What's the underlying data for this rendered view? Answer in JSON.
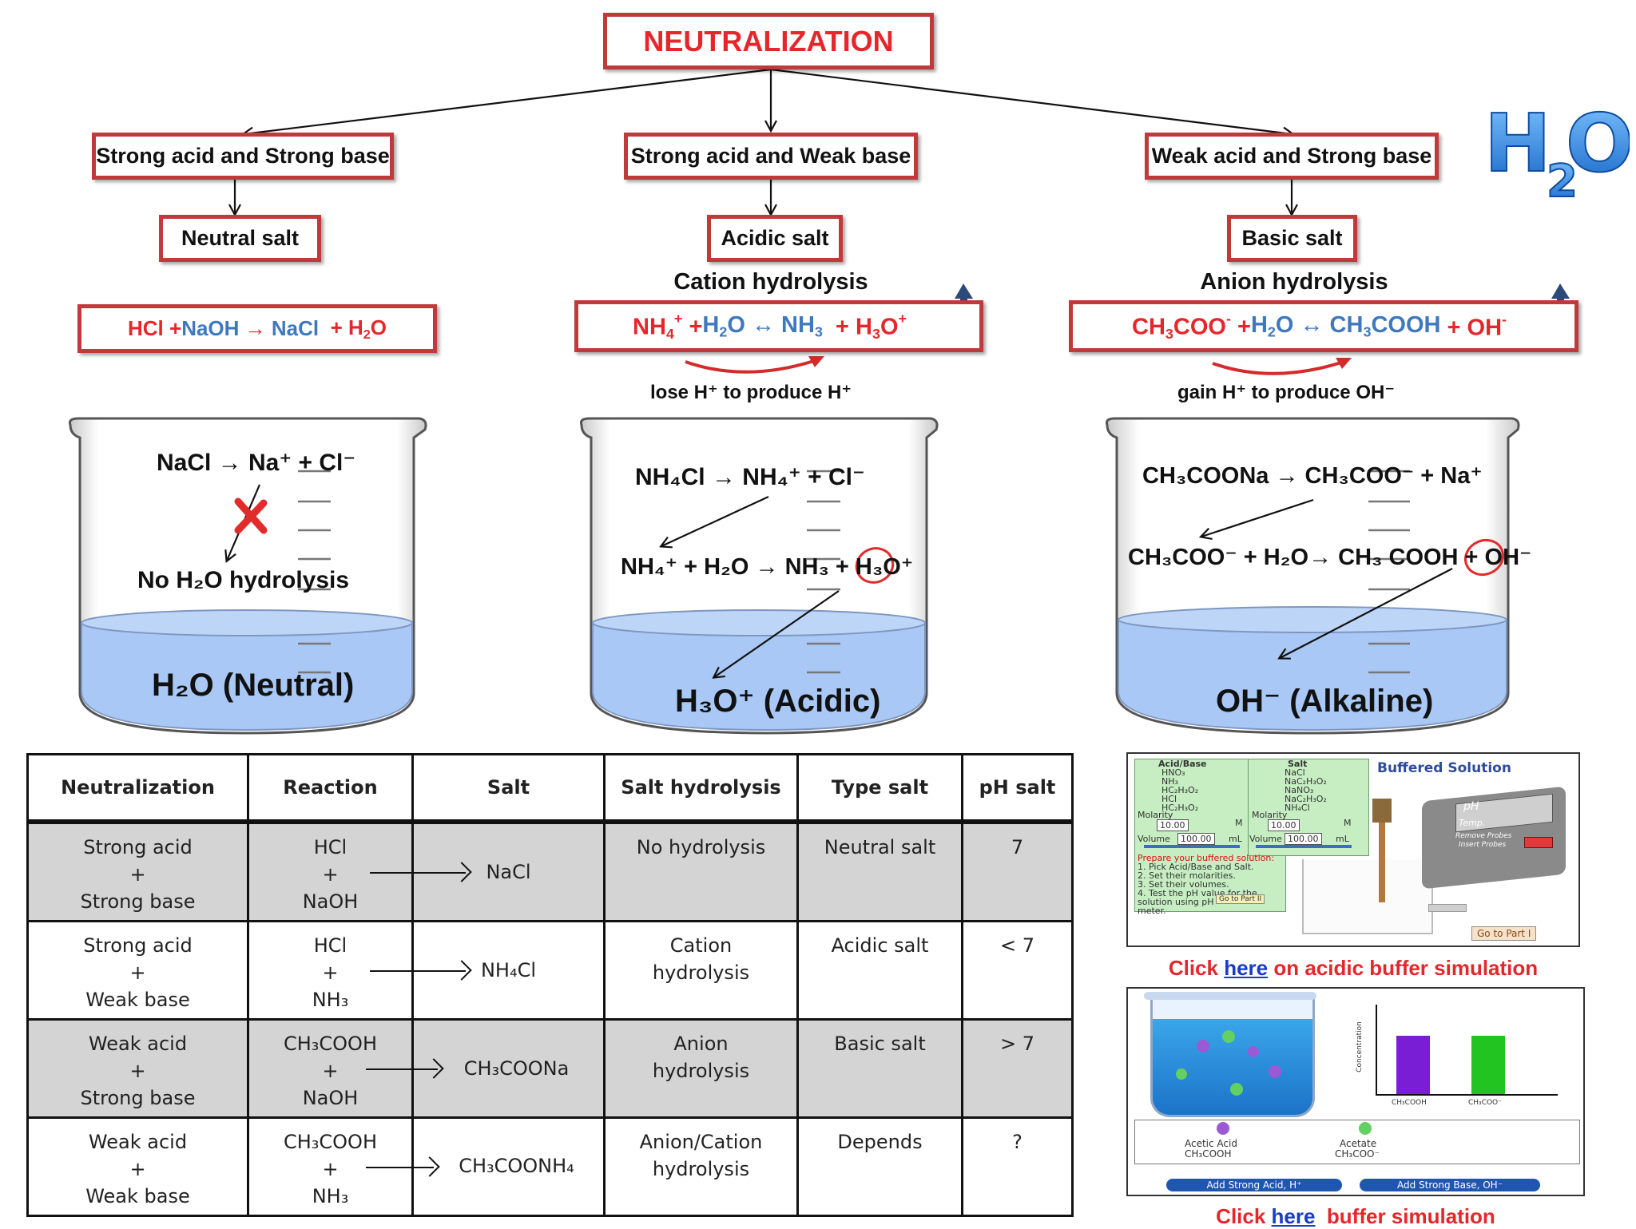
{
  "title": "NEUTRALIZATION",
  "logo_text": "H2O",
  "branches": [
    {
      "type": "Strong acid and Strong base",
      "salt": "Neutral salt",
      "hydrolysis_title": ""
    },
    {
      "type": "Strong acid and Weak base",
      "salt": "Acidic salt",
      "hydrolysis_title": "Cation hydrolysis"
    },
    {
      "type": "Weak acid and Strong base",
      "salt": "Basic salt",
      "hydrolysis_title": "Anion hydrolysis"
    }
  ],
  "notes": {
    "lose": "lose H⁺ to produce H⁺",
    "gain": "gain H⁺ to produce OH⁻"
  },
  "beakers": {
    "neutral": {
      "dissociation": "NaCl → Na⁺ + Cl⁻",
      "result": "No H₂O hydrolysis",
      "label": "H₂O (Neutral)"
    },
    "acidic": {
      "dissociation": "NH₄Cl → NH₄⁺ + Cl⁻",
      "reaction": "NH₄⁺ + H₂O → NH₃ + H₃O⁺",
      "label": "H₃O⁺ (Acidic)"
    },
    "alkaline": {
      "dissociation": "CH₃COONa → CH₃COO⁻ + Na⁺",
      "reaction": "CH₃COO⁻ + H₂O→ CH₃ COOH + OH⁻",
      "label": "OH⁻ (Alkaline)"
    }
  },
  "table": {
    "headers": [
      "Neutralization",
      "Reaction",
      "Salt",
      "Salt hydrolysis",
      "Type salt",
      "pH salt"
    ],
    "rows": [
      {
        "neutralization": [
          "Strong acid",
          "+",
          "Strong base"
        ],
        "reaction": [
          "HCl",
          "+",
          "NaOH"
        ],
        "salt": "NaCl",
        "hydrolysis": [
          "No hydrolysis"
        ],
        "type": "Neutral salt",
        "ph": "7"
      },
      {
        "neutralization": [
          "Strong acid",
          "+",
          "Weak base"
        ],
        "reaction": [
          "HCl",
          "+",
          "NH₃"
        ],
        "salt": "NH₄Cl",
        "hydrolysis": [
          "Cation",
          "hydrolysis"
        ],
        "type": "Acidic salt",
        "ph": "< 7"
      },
      {
        "neutralization": [
          "Weak acid",
          "+",
          "Strong base"
        ],
        "reaction": [
          "CH₃COOH",
          "+",
          "NaOH"
        ],
        "salt": "CH₃COONa",
        "hydrolysis": [
          "Anion",
          "hydrolysis"
        ],
        "type": "Basic salt",
        "ph": "> 7"
      },
      {
        "neutralization": [
          "Weak acid",
          "+",
          "Weak base"
        ],
        "reaction": [
          "CH₃COOH",
          "+",
          "NH₃"
        ],
        "salt": "CH₃COONH₄",
        "hydrolysis": [
          "Anion/Cation",
          "hydrolysis"
        ],
        "type": "Depends",
        "ph": "?"
      }
    ]
  },
  "sim1": {
    "title": "Buffered Solution",
    "acid_base_label": "Acid/Base",
    "salt_label": "Salt",
    "acids": [
      "HNO₃",
      "NH₃",
      "HC₂H₃O₂",
      "HCl",
      "HC₂H₃O₂"
    ],
    "salts": [
      "NaCl",
      "NaC₂H₃O₂",
      "NaNO₃",
      "NaC₂H₃O₂",
      "NH₄Cl"
    ],
    "molarity_label": "Molarity",
    "volume_label": "Volume",
    "molarity_value": "10.00",
    "volume_value": "100.00",
    "unit_m": "M",
    "unit_ml": "mL",
    "instructions": [
      "Prepare your buffered solution:",
      "1. Pick Acid/Base and Salt.",
      "2. Set their molarities.",
      "3. Set their volumes.",
      "4. Test the pH value for the",
      "solution using pH",
      "meter."
    ],
    "go_part2": "Go to Part II",
    "meter_ph": "pH",
    "meter_temp": "Temp.",
    "meter_remove": "Remove Probes",
    "meter_insert": "Insert Probes",
    "go_part1": "Go to Part I"
  },
  "sim2": {
    "y_axis": "Concentration",
    "bar1_label": "CH₃COOH",
    "bar2_label": "CH₃COO⁻",
    "bar1_value": 0.66,
    "bar2_value": 0.66,
    "bar1_color": "#7a1ed6",
    "bar2_color": "#22c422",
    "legend1_name": "Acetic Acid",
    "legend1_formula": "CH₃COOH",
    "legend2_name": "Acetate",
    "legend2_formula": "CH₃COO⁻",
    "btn_acid": "Add Strong Acid, H⁺",
    "btn_base": "Add Strong Base, OH⁻"
  },
  "links": {
    "acidic_pre": "Click ",
    "acidic_link": "here",
    "acidic_post": " on acidic buffer simulation",
    "buffer_pre": "Click ",
    "buffer_link": "here",
    "buffer_post": "  buffer simulation"
  },
  "colors": {
    "border_red": "#c0393b",
    "text_red": "#e5262a",
    "text_blue": "#3f79bd",
    "water": "#a9c8f5",
    "arrow_navy": "#2c4a78"
  }
}
